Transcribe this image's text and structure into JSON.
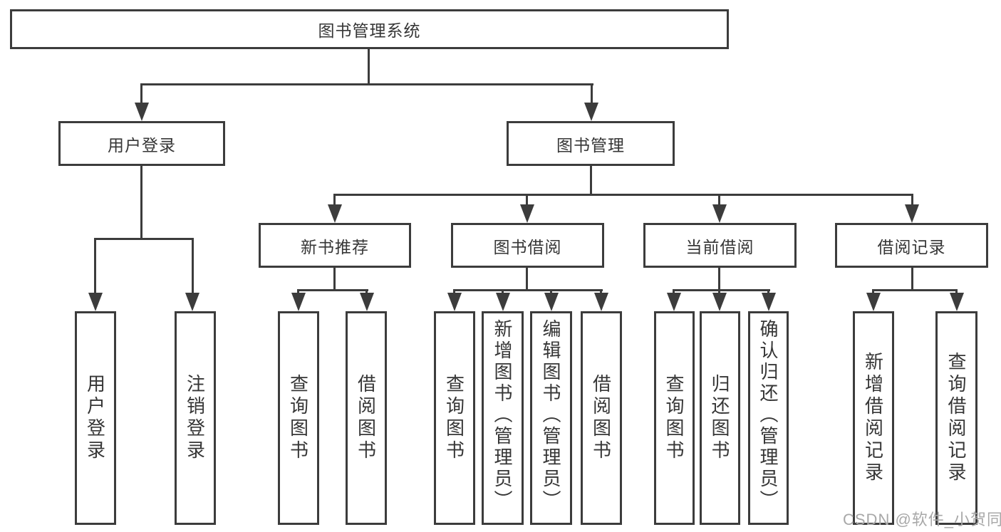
{
  "diagram": {
    "root": {
      "label": "图书管理系统"
    },
    "level2": [
      {
        "label": "用户登录"
      },
      {
        "label": "图书管理"
      }
    ],
    "level3": [
      {
        "label": "新书推荐"
      },
      {
        "label": "图书借阅"
      },
      {
        "label": "当前借阅"
      },
      {
        "label": "借阅记录"
      }
    ],
    "leaves": {
      "user_login": [
        "用户登录",
        "注销登录"
      ],
      "new_book": [
        "查询图书",
        "借阅图书"
      ],
      "book_borrow": [
        "查询图书",
        "新增图书（管理员）",
        "编辑图书（管理员）",
        "借阅图书"
      ],
      "current_borrow": [
        "查询图书",
        "归还图书",
        "确认归还（管理员）"
      ],
      "borrow_record": [
        "新增借阅记录",
        "查询借阅记录"
      ]
    }
  },
  "watermark": {
    "text": "CSDN @软件_小贺同学"
  }
}
